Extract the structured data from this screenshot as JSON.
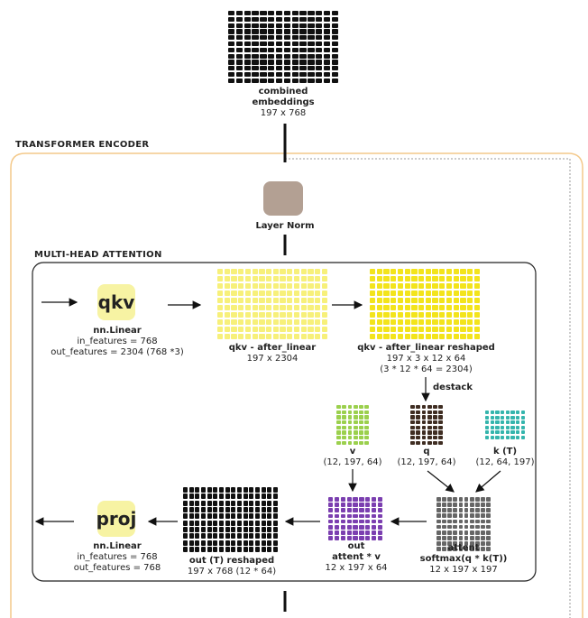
{
  "colors": {
    "black": "#111111",
    "layer_norm": "#b3a093",
    "qkv_box": "#f7f3a3",
    "after_linear": "#f7f07a",
    "reshaped": "#f3e41b",
    "v": "#9bd04d",
    "q": "#3f2d22",
    "k": "#35b5ad",
    "out": "#7b3fb0",
    "attent": "#666666",
    "encoder_border": "#f4c98a",
    "mha_border": "#222222"
  },
  "top": {
    "grid_name": "combined-embeddings-grid",
    "title_line1": "combined",
    "title_line2": "embeddings",
    "dims": "197 x 768"
  },
  "encoder": {
    "label": "TRANSFORMER ENCODER"
  },
  "layer_norm": {
    "label": "Layer Norm"
  },
  "mha": {
    "label": "MULTI-HEAD ATTENTION"
  },
  "qkv": {
    "box_text": "qkv",
    "title": "nn.Linear",
    "line1": "in_features = 768",
    "line2": "out_features = 2304 (768 *3)"
  },
  "after_linear": {
    "title": "qkv - after_linear",
    "dims": "197 x 2304"
  },
  "reshaped": {
    "title": "qkv - after_linear reshaped",
    "dims": "197 x 3 x 12 x 64",
    "note": "(3 * 12 * 64 = 2304)"
  },
  "destack": {
    "label": "destack"
  },
  "v": {
    "title": "v",
    "dims": "(12, 197, 64)"
  },
  "q": {
    "title": "q",
    "dims": "(12, 197, 64)"
  },
  "k": {
    "title": "k (T)",
    "dims": "(12, 64, 197)"
  },
  "out": {
    "title": "out",
    "formula": "attent * v",
    "dims": "12 x 197 x 64"
  },
  "attent": {
    "title": "attent",
    "formula": "softmax(q * k(T))",
    "dims": "12 x 197 x 197"
  },
  "out_reshaped": {
    "title": "out (T) reshaped",
    "dims": "197 x 768 (12 * 64)"
  },
  "proj": {
    "box_text": "proj",
    "title": "nn.Linear",
    "line1": "in_features = 768",
    "line2": "out_features = 768"
  }
}
